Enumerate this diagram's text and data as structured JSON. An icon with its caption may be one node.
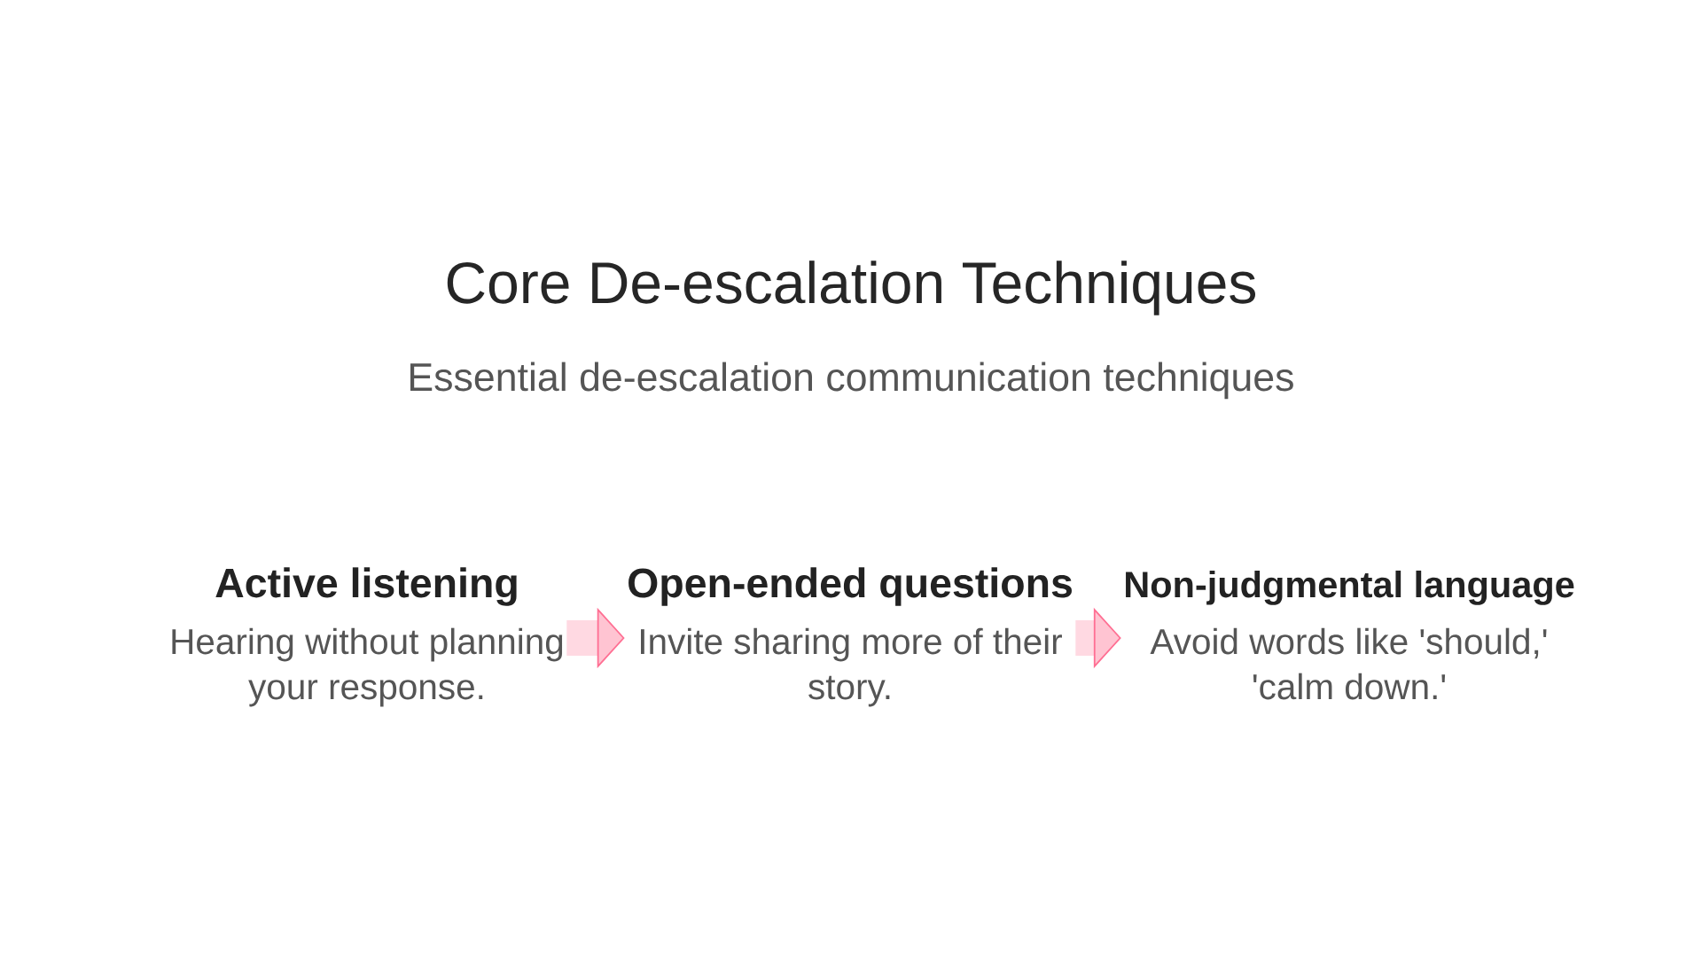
{
  "diagram": {
    "title": "Core De-escalation Techniques",
    "nodes": [
      {
        "text": [
          "Active listening",
          "Hearing without planning your response."
        ]
      },
      {
        "text": [
          "Open-ended questions",
          "Invite sharing more of their story."
        ]
      },
      {
        "text": [
          "Non-judgmental language",
          "Avoid words like 'should,' 'calm down.'"
        ]
      }
    ],
    "edges": [
      {
        "from": 0,
        "to": 1,
        "arrow": "to"
      },
      {
        "from": 1,
        "to": 2,
        "arrow": "to"
      }
    ],
    "labels": [
      "Essential de-escalation communication techniques"
    ]
  }
}
